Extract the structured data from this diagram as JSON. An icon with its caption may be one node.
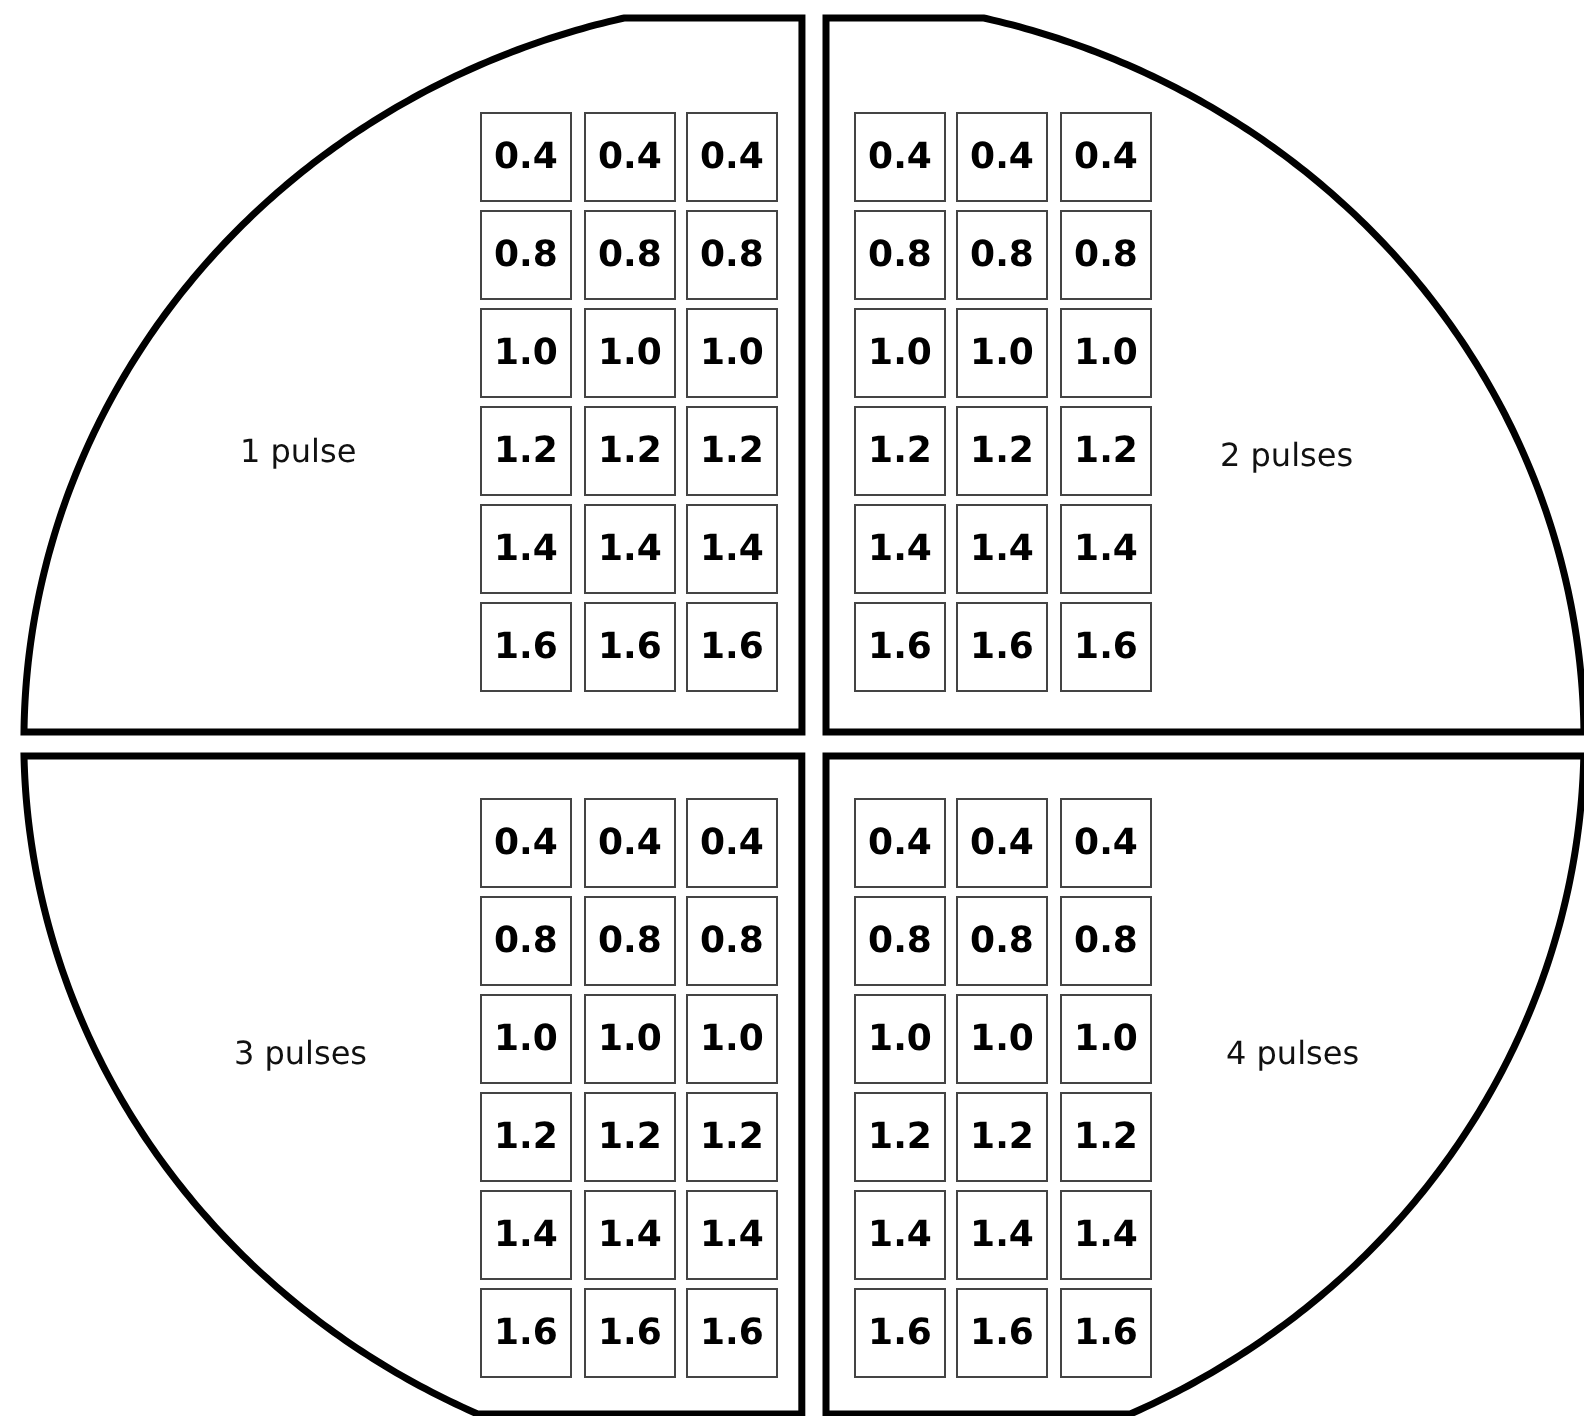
{
  "diagram": {
    "nodes": [
      {
        "text": [
          "1 pulse"
        ]
      },
      {
        "text": [
          "0.4"
        ],
        "in": 0
      },
      {
        "text": [
          "0.4"
        ],
        "in": 0
      },
      {
        "text": [
          "0.4"
        ],
        "in": 0
      },
      {
        "text": [
          "0.8"
        ],
        "in": 0
      },
      {
        "text": [
          "0.8"
        ],
        "in": 0
      },
      {
        "text": [
          "0.8"
        ],
        "in": 0
      },
      {
        "text": [
          "1.0"
        ],
        "in": 0
      },
      {
        "text": [
          "1.0"
        ],
        "in": 0
      },
      {
        "text": [
          "1.0"
        ],
        "in": 0
      },
      {
        "text": [
          "1.2"
        ],
        "in": 0
      },
      {
        "text": [
          "1.2"
        ],
        "in": 0
      },
      {
        "text": [
          "1.2"
        ],
        "in": 0
      },
      {
        "text": [
          "1.4"
        ],
        "in": 0
      },
      {
        "text": [
          "1.4"
        ],
        "in": 0
      },
      {
        "text": [
          "1.4"
        ],
        "in": 0
      },
      {
        "text": [
          "1.6"
        ],
        "in": 0
      },
      {
        "text": [
          "1.6"
        ],
        "in": 0
      },
      {
        "text": [
          "1.6"
        ],
        "in": 0
      },
      {
        "text": [
          "2 pulses"
        ]
      },
      {
        "text": [
          "0.4"
        ],
        "in": 19
      },
      {
        "text": [
          "0.4"
        ],
        "in": 19
      },
      {
        "text": [
          "0.4"
        ],
        "in": 19
      },
      {
        "text": [
          "0.8"
        ],
        "in": 19
      },
      {
        "text": [
          "0.8"
        ],
        "in": 19
      },
      {
        "text": [
          "0.8"
        ],
        "in": 19
      },
      {
        "text": [
          "1.0"
        ],
        "in": 19
      },
      {
        "text": [
          "1.0"
        ],
        "in": 19
      },
      {
        "text": [
          "1.0"
        ],
        "in": 19
      },
      {
        "text": [
          "1.2"
        ],
        "in": 19
      },
      {
        "text": [
          "1.2"
        ],
        "in": 19
      },
      {
        "text": [
          "1.2"
        ],
        "in": 19
      },
      {
        "text": [
          "1.4"
        ],
        "in": 19
      },
      {
        "text": [
          "1.4"
        ],
        "in": 19
      },
      {
        "text": [
          "1.4"
        ],
        "in": 19
      },
      {
        "text": [
          "1.6"
        ],
        "in": 19
      },
      {
        "text": [
          "1.6"
        ],
        "in": 19
      },
      {
        "text": [
          "1.6"
        ],
        "in": 19
      },
      {
        "text": [
          "3 pulses"
        ]
      },
      {
        "text": [
          "0.4"
        ],
        "in": 38
      },
      {
        "text": [
          "0.4"
        ],
        "in": 38
      },
      {
        "text": [
          "0.4"
        ],
        "in": 38
      },
      {
        "text": [
          "0.8"
        ],
        "in": 38
      },
      {
        "text": [
          "0.8"
        ],
        "in": 38
      },
      {
        "text": [
          "0.8"
        ],
        "in": 38
      },
      {
        "text": [
          "1.0"
        ],
        "in": 38
      },
      {
        "text": [
          "1.0"
        ],
        "in": 38
      },
      {
        "text": [
          "1.0"
        ],
        "in": 38
      },
      {
        "text": [
          "1.2"
        ],
        "in": 38
      },
      {
        "text": [
          "1.2"
        ],
        "in": 38
      },
      {
        "text": [
          "1.2"
        ],
        "in": 38
      },
      {
        "text": [
          "1.4"
        ],
        "in": 38
      },
      {
        "text": [
          "1.4"
        ],
        "in": 38
      },
      {
        "text": [
          "1.4"
        ],
        "in": 38
      },
      {
        "text": [
          "1.6"
        ],
        "in": 38
      },
      {
        "text": [
          "1.6"
        ],
        "in": 38
      },
      {
        "text": [
          "1.6"
        ],
        "in": 38
      },
      {
        "text": [
          "4 pulses"
        ]
      },
      {
        "text": [
          "0.4"
        ],
        "in": 57
      },
      {
        "text": [
          "0.4"
        ],
        "in": 57
      },
      {
        "text": [
          "0.4"
        ],
        "in": 57
      },
      {
        "text": [
          "0.8"
        ],
        "in": 57
      },
      {
        "text": [
          "0.8"
        ],
        "in": 57
      },
      {
        "text": [
          "0.8"
        ],
        "in": 57
      },
      {
        "text": [
          "1.0"
        ],
        "in": 57
      },
      {
        "text": [
          "1.0"
        ],
        "in": 57
      },
      {
        "text": [
          "1.0"
        ],
        "in": 57
      },
      {
        "text": [
          "1.2"
        ],
        "in": 57
      },
      {
        "text": [
          "1.2"
        ],
        "in": 57
      },
      {
        "text": [
          "1.2"
        ],
        "in": 57
      },
      {
        "text": [
          "1.4"
        ],
        "in": 57
      },
      {
        "text": [
          "1.4"
        ],
        "in": 57
      },
      {
        "text": [
          "1.4"
        ],
        "in": 57
      },
      {
        "text": [
          "1.6"
        ],
        "in": 57
      },
      {
        "text": [
          "1.6"
        ],
        "in": 57
      },
      {
        "text": [
          "1.6"
        ],
        "in": 57
      }
    ]
  }
}
